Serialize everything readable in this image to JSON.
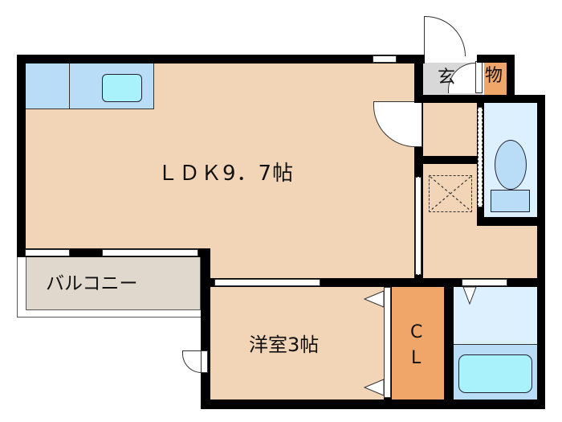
{
  "floorplan": {
    "rooms": {
      "ldk": {
        "label": "ＬＤＫ9．7帖",
        "type": "LDK",
        "size_jo": 9.7
      },
      "western": {
        "label": "洋室3帖",
        "type": "Western room",
        "size_jo": 3
      },
      "closet": {
        "label_c": "C",
        "label_l": "L",
        "type": "Closet"
      },
      "balcony": {
        "label": "バルコニー",
        "type": "Balcony"
      },
      "entrance": {
        "label": "玄",
        "type": "Entrance"
      },
      "storage": {
        "label": "物",
        "type": "Storage"
      },
      "toilet": {
        "type": "Toilet"
      },
      "bath": {
        "type": "Bathroom"
      },
      "washroom": {
        "type": "Washroom"
      }
    },
    "colors": {
      "floor": "#f2d4b6",
      "kitchen": "#b9dcf7",
      "wet_area": "#ddf0fd",
      "storage": "#f0a668",
      "entrance": "#d8d8d8",
      "balcony": "#e0d8cd",
      "wall": "#000000"
    }
  }
}
